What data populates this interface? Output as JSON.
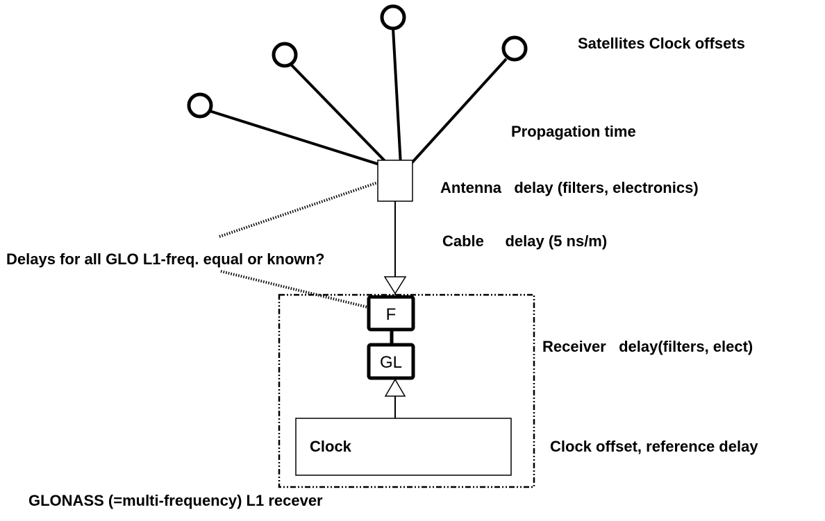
{
  "labels": {
    "satellites": "Satellites  Clock offsets",
    "propagation": "Propagation time",
    "antenna": "Antenna   delay (filters, electronics)",
    "cable": "Cable     delay (5 ns/m)",
    "question": "Delays for all GLO L1-freq. equal or known?",
    "receiver": "Receiver   delay(filters, elect)",
    "clock_offset": "Clock offset, reference delay",
    "caption": "GLONASS (=multi-frequency) L1 recever"
  },
  "blocks": {
    "filter": "F",
    "glonass": "GL",
    "clock": "Clock"
  }
}
